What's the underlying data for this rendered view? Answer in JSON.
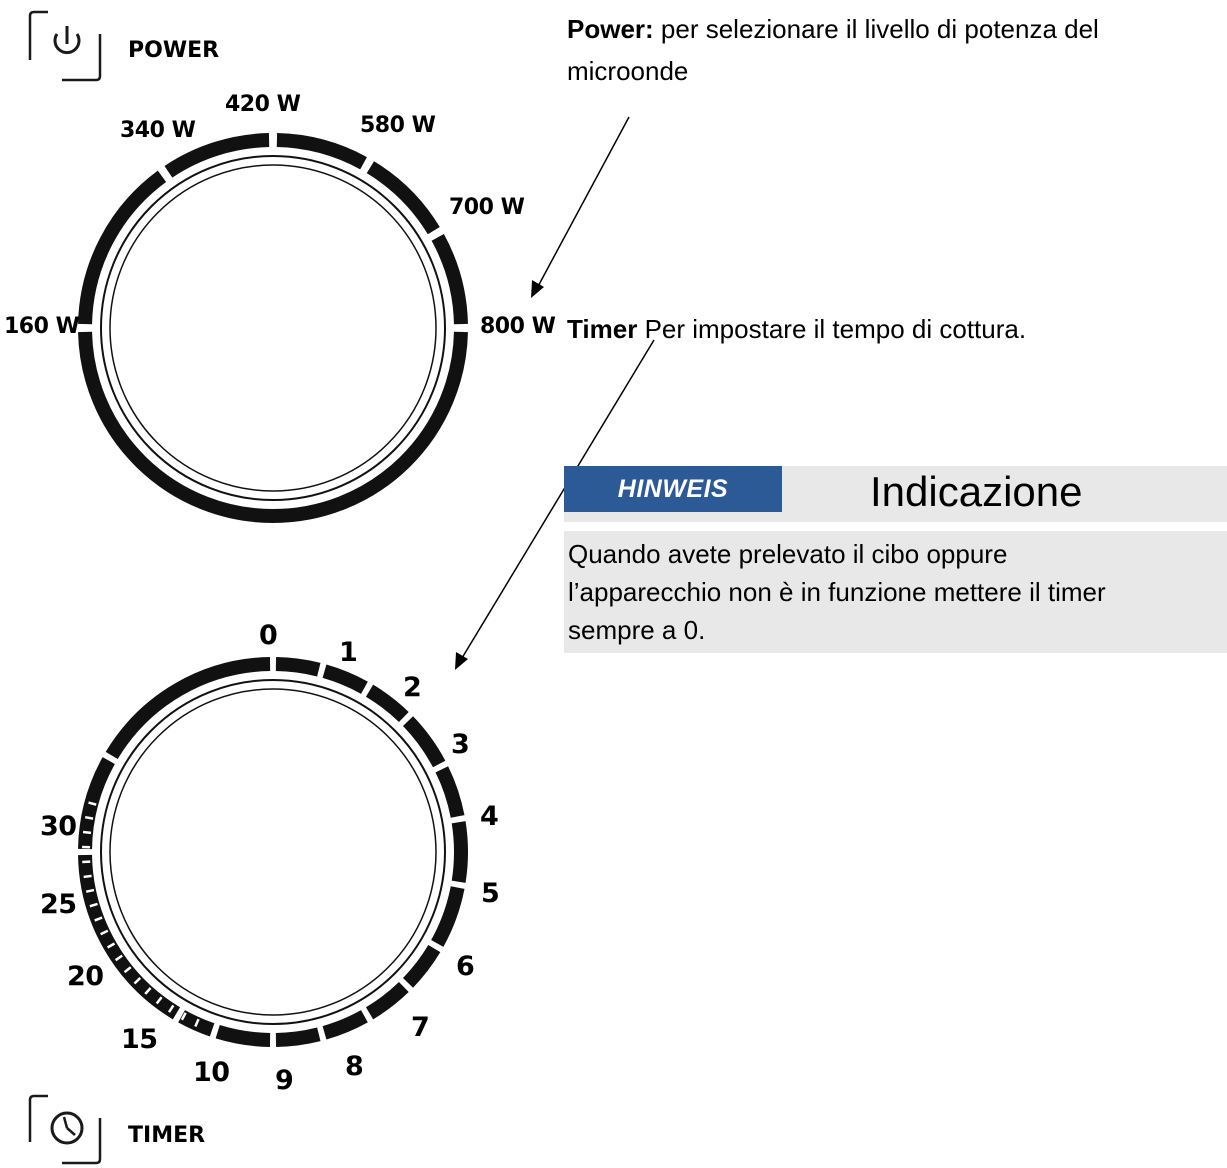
{
  "power_control": {
    "title": "POWER",
    "icon": "power-icon",
    "levels": [
      {
        "label": "160 W",
        "value": 160
      },
      {
        "label": "340 W",
        "value": 340
      },
      {
        "label": "420 W",
        "value": 420
      },
      {
        "label": "580 W",
        "value": 580
      },
      {
        "label": "700 W",
        "value": 700
      },
      {
        "label": "800 W",
        "value": 800
      }
    ]
  },
  "timer_control": {
    "title": "TIMER",
    "icon": "clock-icon",
    "marks": [
      "0",
      "1",
      "2",
      "3",
      "4",
      "5",
      "6",
      "7",
      "8",
      "9",
      "10",
      "15",
      "20",
      "25",
      "30"
    ]
  },
  "descriptions": {
    "power": {
      "term": "Power:",
      "line1": " per selezionare il livello di potenza del",
      "line2": "microonde"
    },
    "timer": {
      "term": "Timer",
      "text": " Per impostare il tempo di cottura."
    }
  },
  "notice": {
    "badge": "HINWEIS",
    "heading": "Indicazione",
    "lines": [
      "Quando avete prelevato il cibo oppure",
      "l’apparecchio non è in funzione mettere il timer",
      "sempre a 0."
    ],
    "badge_color": "#2b5a96",
    "background_color": "#e8e8e8"
  }
}
